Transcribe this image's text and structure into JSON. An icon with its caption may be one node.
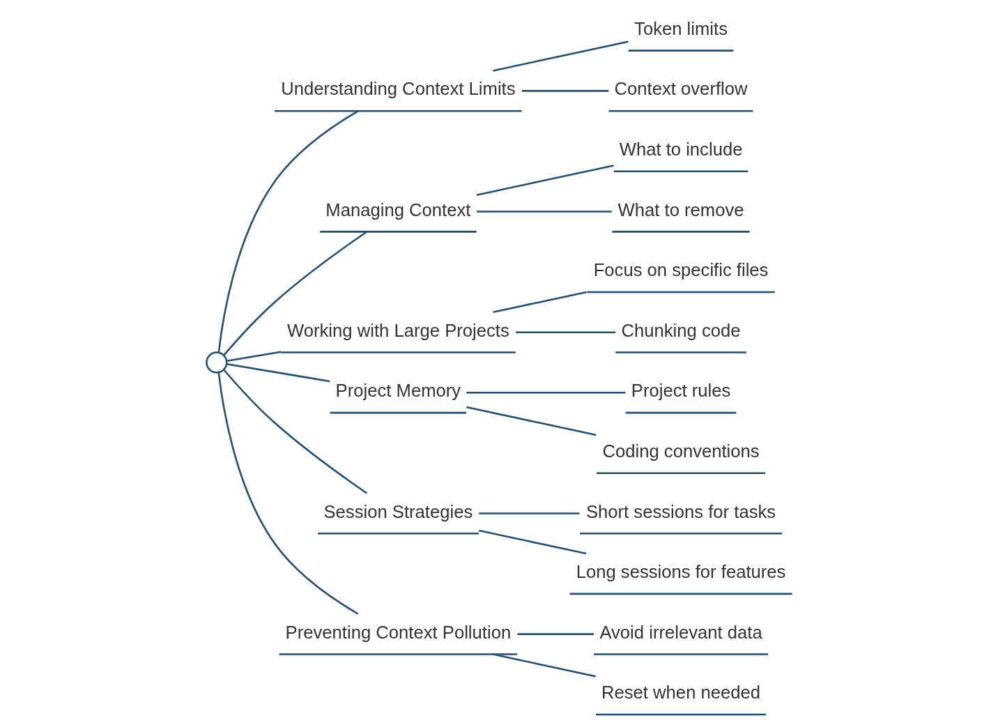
{
  "diagram": {
    "nodes": [
      {
        "text": [],
        "shape": "circle"
      },
      {
        "text": [
          "Understanding Context Limits"
        ]
      },
      {
        "text": [
          "Token limits"
        ]
      },
      {
        "text": [
          "Context overflow"
        ]
      },
      {
        "text": [
          "Managing Context"
        ]
      },
      {
        "text": [
          "What to include"
        ]
      },
      {
        "text": [
          "What to remove"
        ]
      },
      {
        "text": [
          "Working with Large Projects"
        ]
      },
      {
        "text": [
          "Focus on specific files"
        ]
      },
      {
        "text": [
          "Chunking code"
        ]
      },
      {
        "text": [
          "Project Memory"
        ]
      },
      {
        "text": [
          "Project rules"
        ]
      },
      {
        "text": [
          "Coding conventions"
        ]
      },
      {
        "text": [
          "Session Strategies"
        ]
      },
      {
        "text": [
          "Short sessions for tasks"
        ]
      },
      {
        "text": [
          "Long sessions for features"
        ]
      },
      {
        "text": [
          "Preventing Context Pollution"
        ]
      },
      {
        "text": [
          "Avoid irrelevant data"
        ]
      },
      {
        "text": [
          "Reset when needed"
        ]
      }
    ],
    "edges": [
      {
        "from": 0,
        "to": 1,
        "arrow": "none"
      },
      {
        "from": 1,
        "to": 2,
        "arrow": "none"
      },
      {
        "from": 1,
        "to": 3,
        "arrow": "none"
      },
      {
        "from": 0,
        "to": 4,
        "arrow": "none"
      },
      {
        "from": 4,
        "to": 5,
        "arrow": "none"
      },
      {
        "from": 4,
        "to": 6,
        "arrow": "none"
      },
      {
        "from": 0,
        "to": 7,
        "arrow": "none"
      },
      {
        "from": 7,
        "to": 8,
        "arrow": "none"
      },
      {
        "from": 7,
        "to": 9,
        "arrow": "none"
      },
      {
        "from": 0,
        "to": 10,
        "arrow": "none"
      },
      {
        "from": 10,
        "to": 11,
        "arrow": "none"
      },
      {
        "from": 10,
        "to": 12,
        "arrow": "none"
      },
      {
        "from": 0,
        "to": 13,
        "arrow": "none"
      },
      {
        "from": 13,
        "to": 14,
        "arrow": "none"
      },
      {
        "from": 13,
        "to": 15,
        "arrow": "none"
      },
      {
        "from": 0,
        "to": 16,
        "arrow": "none"
      },
      {
        "from": 16,
        "to": 17,
        "arrow": "none"
      },
      {
        "from": 16,
        "to": 18,
        "arrow": "none"
      }
    ]
  }
}
